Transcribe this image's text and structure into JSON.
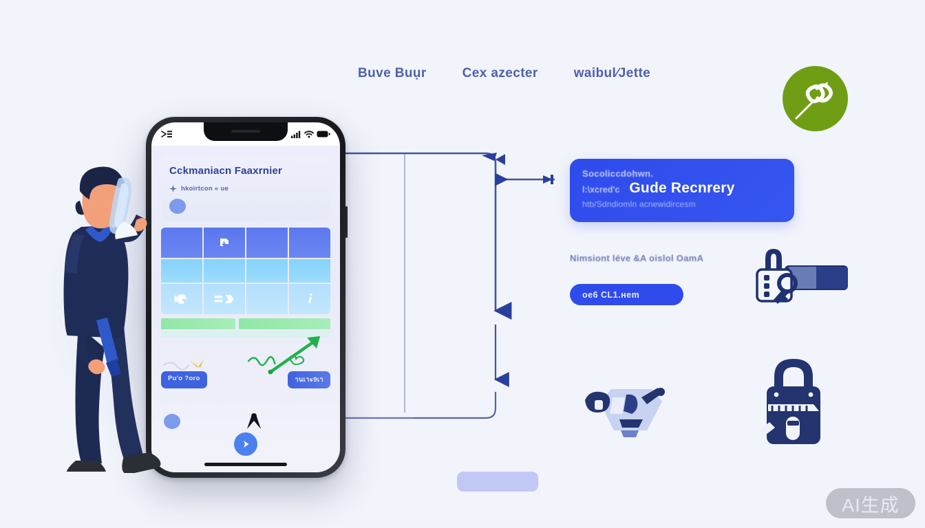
{
  "page": {
    "background_color": "#f2f4fb",
    "accent_blue": "#2f4bec",
    "navy": "#23346f",
    "green": "#6f9e15",
    "chart_green": "#22b14c"
  },
  "topnav": {
    "items": [
      {
        "label": "Buve Buụr",
        "name": "nav-item-1"
      },
      {
        "label": "Cex azecter",
        "name": "nav-item-2"
      },
      {
        "label": "waibul∕Jette",
        "name": "nav-item-3"
      }
    ]
  },
  "badge": {
    "icon": "link-knot-icon",
    "color": "#6f9e15"
  },
  "phone": {
    "statusbar": {
      "left_icon": "menu-lines-icon",
      "signal_icon": "signal-bars-icon",
      "wifi_icon": "wifi-icon",
      "battery_icon": "battery-icon"
    },
    "screen": {
      "title": "Cckmaniacn Faaxrnier",
      "subtitle": "hkoirtcon « ue",
      "subtitle_icon": "sparkle-icon",
      "tiles_row1": [
        "",
        "download-icon",
        "",
        ""
      ],
      "tiles_row2": [
        "",
        "",
        "",
        ""
      ],
      "tiles_row3": [
        "pacman-icon",
        "equals-arrow-icon",
        "",
        "info-icon"
      ],
      "pill_left": "Pu'o ?oro",
      "pill_right": "านเาะ9เา",
      "nav_dot": "avatar-dot",
      "nav_caret": "caret-up-icon",
      "play_button": "play-icon",
      "home_indicator": "home-indicator"
    }
  },
  "right_panel": {
    "card": {
      "line1": "Socoliccdohwn.",
      "line2_small": "l:\\xcred'c",
      "line2_big": "Gude Recnrery",
      "line3": "htb/Sdndiomln acnewidircesm"
    },
    "label": "Nimsiont léve &A oislol OamA",
    "button": "oe6 CL1.нem"
  },
  "icons": {
    "lock_with_key": "padlock-key-icon",
    "padlock": "padlock-icon",
    "shield": "shield-icon",
    "ghost_box": "placeholder-box"
  },
  "watermark": {
    "text": "AI生成"
  },
  "flow": {
    "arrow_top": "arrow-right-icon",
    "arrow_branch": "arrow-left-icon",
    "arrow_mid": "arrow-down-icon",
    "arrow_bottom": "arrow-down-icon"
  }
}
